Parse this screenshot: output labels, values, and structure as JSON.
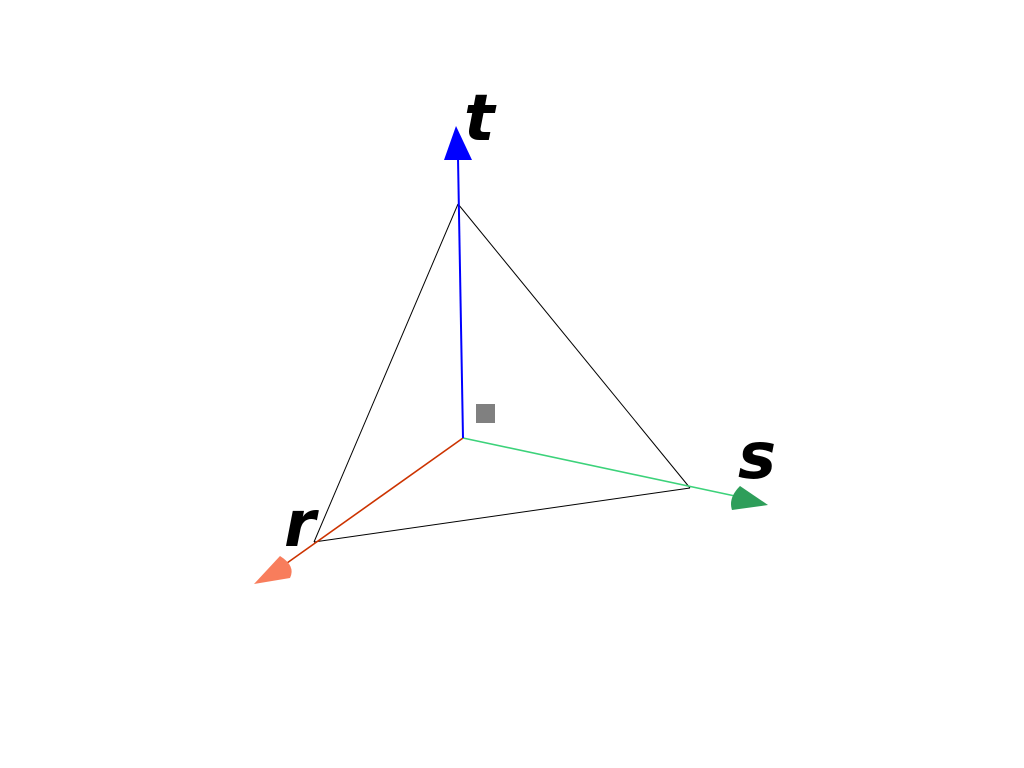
{
  "axes": {
    "r": {
      "label": "r",
      "color": "#cc3300",
      "head_color": "#f87d5c"
    },
    "s": {
      "label": "s",
      "color": "#3cd27a",
      "head_color": "#2e9e5a"
    },
    "t": {
      "label": "t",
      "color": "#0000ff",
      "head_color": "#0000ff"
    }
  },
  "tetrahedron": {
    "vertices": [
      "origin",
      "r",
      "s",
      "t"
    ],
    "edge_color": "#000000"
  },
  "center_marker": {
    "color": "#808080"
  }
}
